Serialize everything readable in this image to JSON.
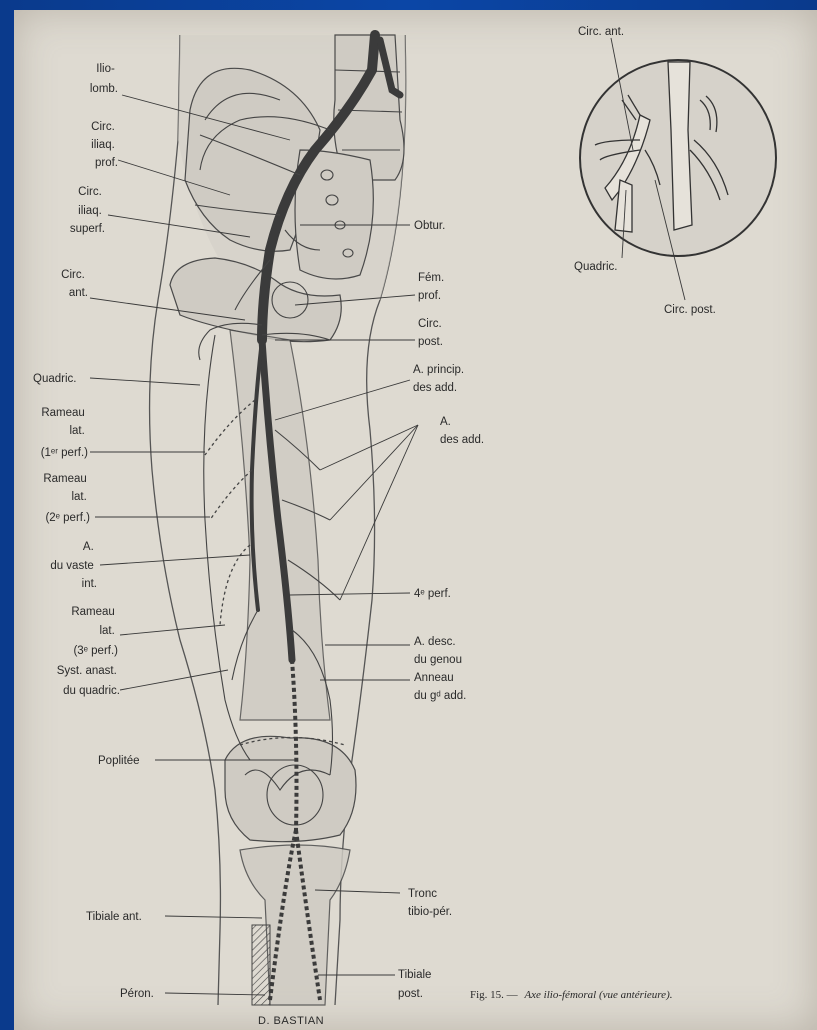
{
  "labels": {
    "ilio_lomb": [
      "Ilio-",
      "lomb."
    ],
    "circ_iliaq_prof": [
      "Circ.",
      "iliaq.",
      "prof."
    ],
    "circ_iliaq_superf": [
      "Circ.",
      "iliaq.",
      "superf."
    ],
    "circ_ant": [
      "Circ.",
      "ant."
    ],
    "quadric": "Quadric.",
    "rameau_lat_1": [
      "Rameau",
      "lat.",
      "(1ᵉʳ perf.)"
    ],
    "rameau_lat_2": [
      "Rameau",
      "lat.",
      "(2ᵉ perf.)"
    ],
    "a_du_vaste": [
      "A.",
      "du vaste",
      "int."
    ],
    "rameau_lat_3": [
      "Rameau",
      "lat.",
      "(3ᵉ perf.)"
    ],
    "syst_anast": [
      "Syst. anast.",
      "du quadric."
    ],
    "poplitee": "Poplitée",
    "tibiale_ant": "Tibiale ant.",
    "peron": "Péron.",
    "obtur": "Obtur.",
    "fem_prof": [
      "Fém.",
      "prof."
    ],
    "circ_post": [
      "Circ.",
      "post."
    ],
    "a_princip": [
      "A. princip.",
      "des add."
    ],
    "a_des_add": [
      "A.",
      "des add."
    ],
    "perf_4": "4ᵉ perf.",
    "a_desc": [
      "A. desc.",
      "du genou"
    ],
    "anneau": [
      "Anneau",
      "du gᵈ add."
    ],
    "tronc": [
      "Tronc",
      "tibio-pér."
    ],
    "tibiale_post": [
      "Tibiale",
      "post."
    ],
    "inset_circ_ant": "Circ. ant.",
    "inset_quadric": "Quadric.",
    "inset_circ_post": "Circ. post."
  },
  "caption": {
    "fig": "Fig. 15. —",
    "text": "Axe ilio-fémoral (vue antérieure)."
  },
  "signature": "D. BASTIAN"
}
